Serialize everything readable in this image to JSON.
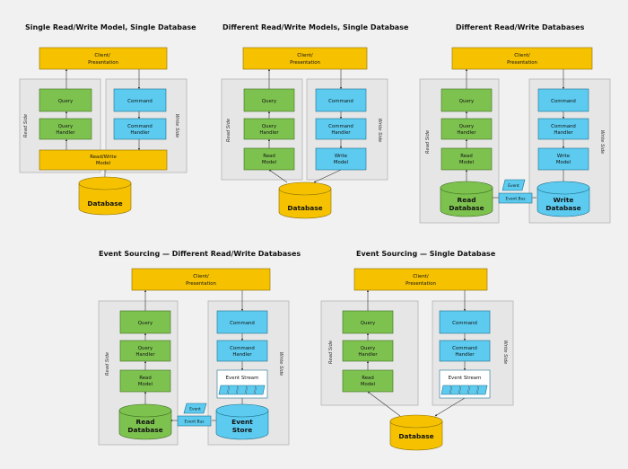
{
  "diagrams": [
    {
      "title": "Single Read/Write Model, Single Database",
      "client": "Client/ Presentation",
      "read_side": "Read Side",
      "write_side": "Write Side",
      "query": "Query",
      "query_handler": "Query Handler",
      "command": "Command",
      "command_handler": "Command Handler",
      "model": "Read/Write Model",
      "database": "Database"
    },
    {
      "title": "Different Read/Write Models, Single Database",
      "client": "Client/ Presentation",
      "read_side": "Read Side",
      "write_side": "Write Side",
      "query": "Query",
      "query_handler": "Query Handler",
      "read_model": "Read Model",
      "command": "Command",
      "command_handler": "Command Handler",
      "write_model": "Write Model",
      "database": "Database"
    },
    {
      "title": "Different Read/Write Databases",
      "client": "Client/ Presentation",
      "read_side": "Read Side",
      "write_side": "Write Side",
      "query": "Query",
      "query_handler": "Query Handler",
      "read_model": "Read Model",
      "command": "Command",
      "command_handler": "Command Handler",
      "write_model": "Write Model",
      "read_database": "Read Database",
      "write_database": "Write Database",
      "event": "Event",
      "event_bus": "Event Bus"
    },
    {
      "title": "Event Sourcing — Different Read/Write Databases",
      "client": "Client/ Presentation",
      "read_side": "Read Side",
      "write_side": "Write Side",
      "query": "Query",
      "query_handler": "Query Handler",
      "read_model": "Read Model",
      "command": "Command",
      "command_handler": "Command Handler",
      "event_stream": "Event Stream",
      "read_database": "Read Database",
      "event_store": "Event Store",
      "event": "Event",
      "event_bus": "Event Bus"
    },
    {
      "title": "Event Sourcing — Single Database",
      "client": "Client/ Presentation",
      "read_side": "Read Side",
      "write_side": "Write Side",
      "query": "Query",
      "query_handler": "Query Handler",
      "read_model": "Read Model",
      "command": "Command",
      "command_handler": "Command Handler",
      "event_stream": "Event Stream",
      "database": "Database"
    }
  ],
  "colors": {
    "background": "#f1f1f1",
    "client_yellow": "#f6c200",
    "read_green": "#7dc24f",
    "write_blue": "#5ccbef"
  }
}
